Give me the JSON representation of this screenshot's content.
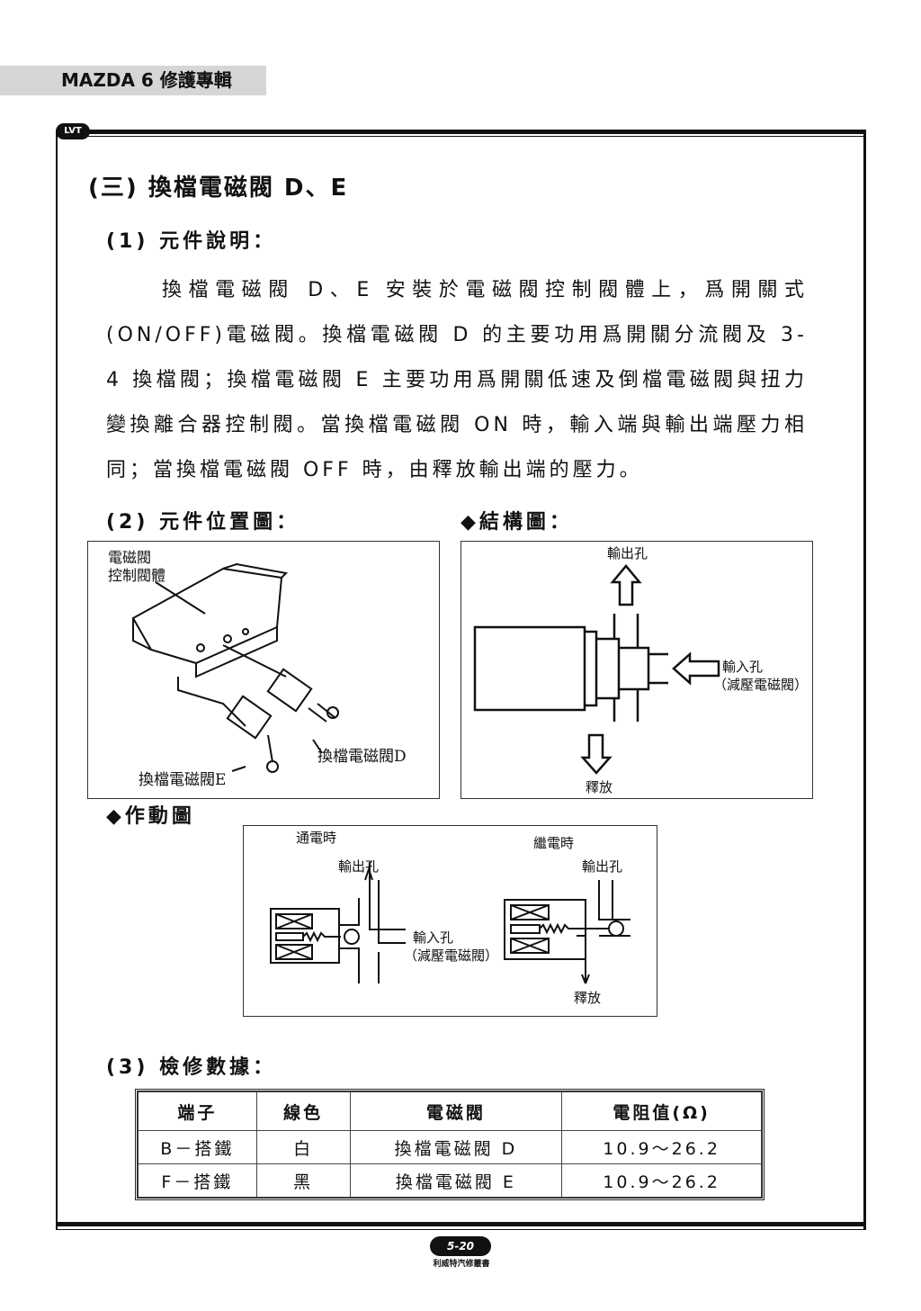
{
  "header": {
    "title": "MAZDA 6 修護專輯"
  },
  "logo": {
    "text": "LVT"
  },
  "section": {
    "title": "(三) 換檔電磁閥 D、E",
    "sub1": "(1) 元件說明：",
    "paragraph": [
      "換檔電磁閥 D、E 安裝於電磁閥控制閥體上，爲開關式(ON/OFF)電磁閥。換檔電磁閥 D 的主要功用爲開關分流閥及 3-4 換檔閥；換檔電磁閥 E 主要功用爲開關低速及倒檔電磁閥與扭力變換離合器控制閥。當換檔電磁閥 ON 時，輸入端與輸出端壓力相同；當換檔電磁閥 OFF 時，由釋放輸出端的壓力。"
    ],
    "sub2": "(2) 元件位置圖：",
    "sub_structure": "◆結構圖：",
    "sub_action": "◆作動圖",
    "sub3": "(3) 檢修數據："
  },
  "fig_location": {
    "label_body_1": "電磁閥",
    "label_body_2": "控制閥體",
    "label_d": "換檔電磁閥D",
    "label_e": "換檔電磁閥E"
  },
  "fig_structure": {
    "label_out": "輸出孔",
    "label_in": "輸入孔",
    "label_in_sub": "（減壓電磁閥）",
    "label_release": "釋放"
  },
  "fig_action": {
    "label_on": "通電時",
    "label_off": "繼電時",
    "label_out_left": "輸出孔",
    "label_out_right": "輸出孔",
    "label_in": "輸入孔",
    "label_in_sub": "（減壓電磁閥）",
    "label_release": "釋放"
  },
  "table": {
    "headers": [
      "端子",
      "線色",
      "電磁閥",
      "電阻值(Ω)"
    ],
    "rows": [
      [
        "B－搭鐵",
        "白",
        "換檔電磁閥 D",
        "10.9～26.2"
      ],
      [
        "F－搭鐵",
        "黑",
        "換檔電磁閥 E",
        "10.9～26.2"
      ]
    ]
  },
  "footer": {
    "page": "5-20",
    "publisher": "利威特汽修叢書"
  }
}
